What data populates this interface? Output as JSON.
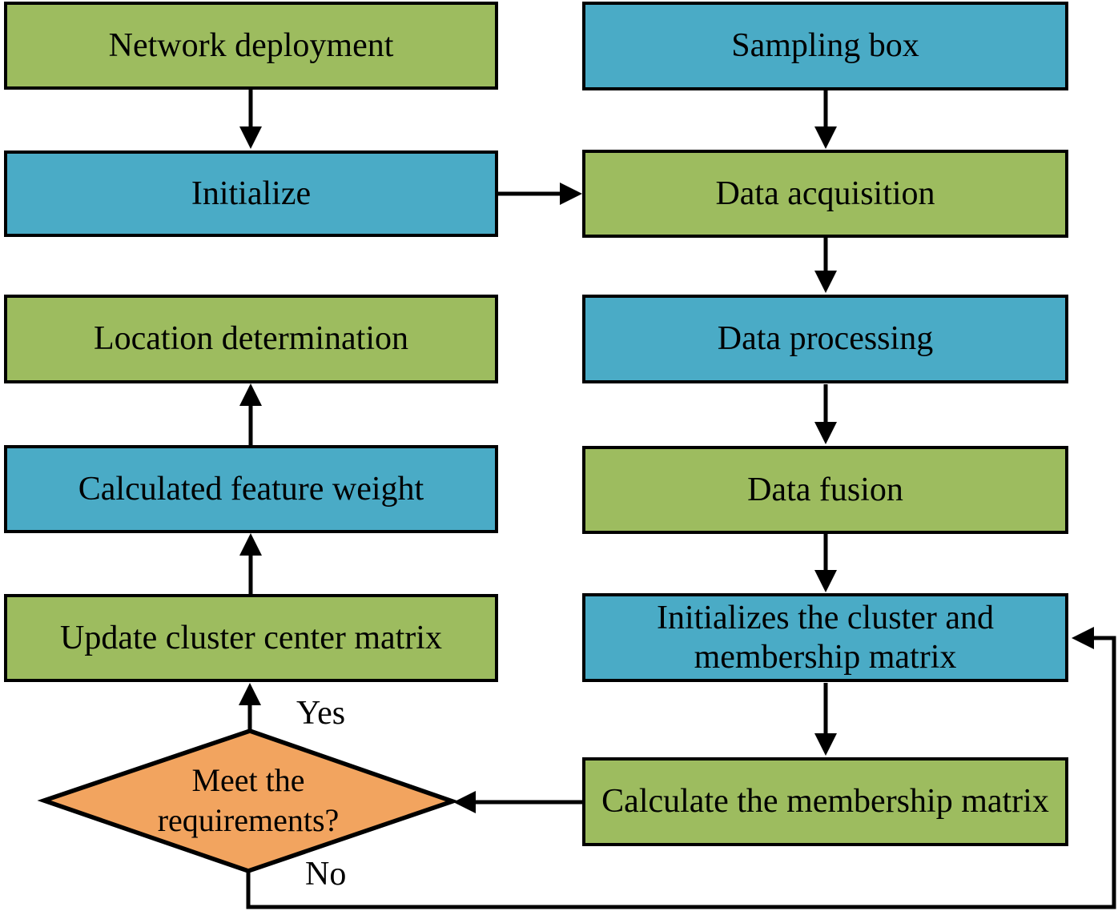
{
  "flowchart": {
    "nodes": {
      "network_deployment": "Network deployment",
      "sampling_box": "Sampling box",
      "initialize": "Initialize",
      "data_acquisition": "Data acquisition",
      "location_determination": "Location determination",
      "data_processing": "Data processing",
      "calculated_feature_weight": "Calculated feature weight",
      "data_fusion": "Data fusion",
      "update_cluster_center_matrix": "Update cluster center matrix",
      "initializes_cluster_membership": "Initializes the cluster and membership matrix",
      "calculate_membership_matrix": "Calculate the membership matrix",
      "meet_requirements": "Meet the requirements?"
    },
    "edge_labels": {
      "yes": "Yes",
      "no": "No"
    },
    "colors": {
      "green": "#9dbc5f",
      "blue": "#4aabc6",
      "orange": "#f2a45f",
      "line": "#000000",
      "text": "#000000",
      "background": "#ffffff"
    }
  }
}
